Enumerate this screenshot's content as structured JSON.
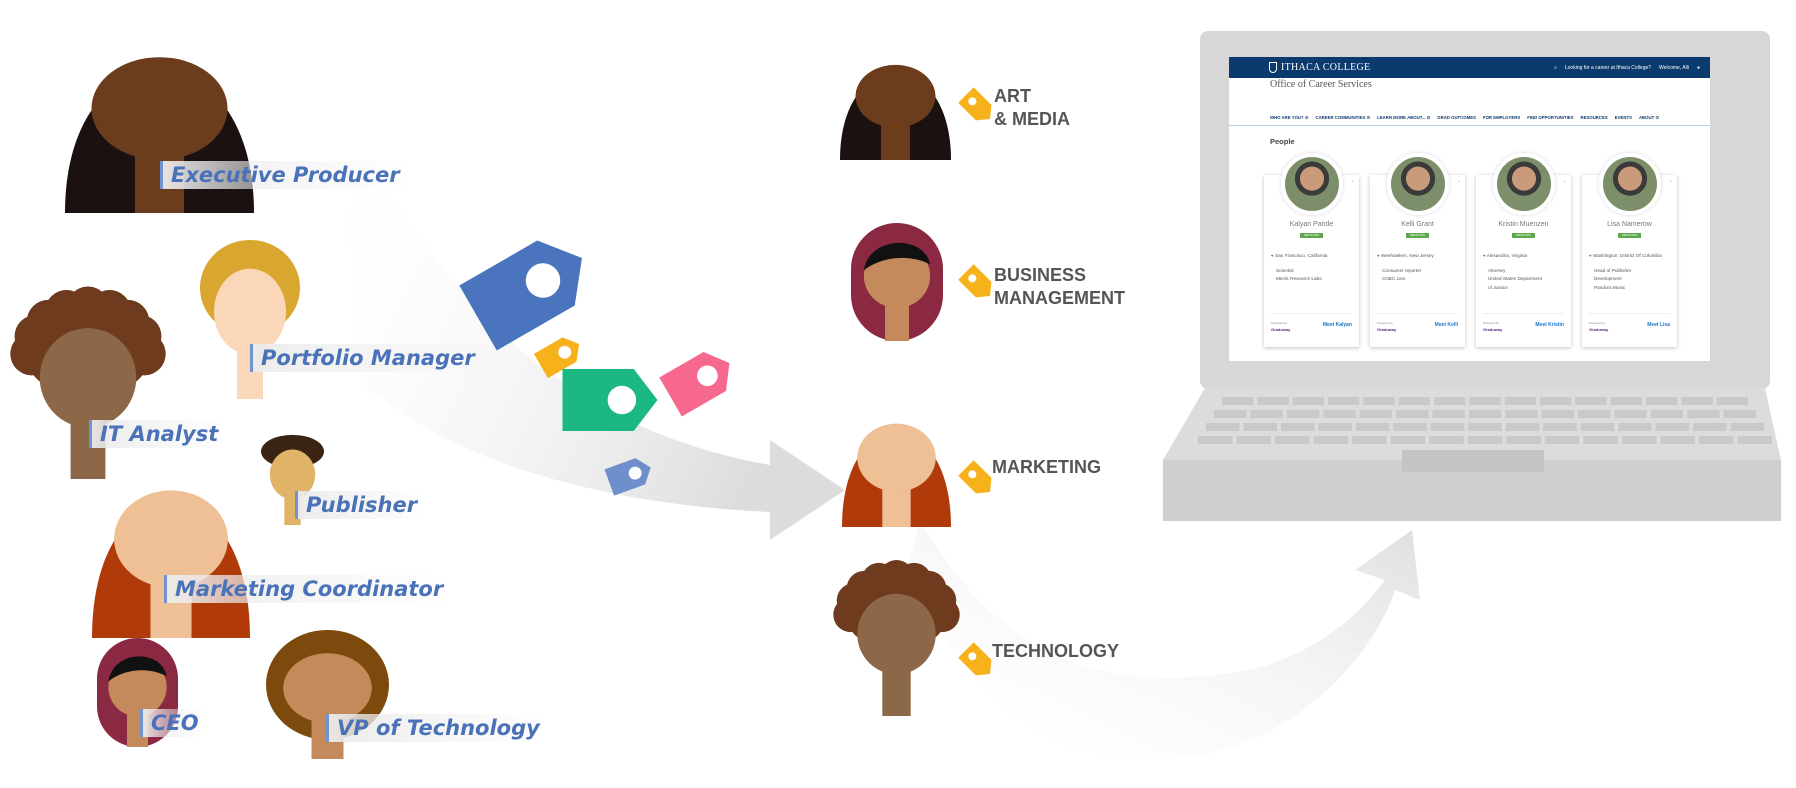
{
  "left_people": [
    {
      "role": "Executive Producer",
      "hair": "#1a1110",
      "skin": "#6b3d1c",
      "style": "long"
    },
    {
      "role": "Portfolio Manager",
      "hair": "#d9a630",
      "skin": "#fbd7b9",
      "style": "short"
    },
    {
      "role": "IT Analyst",
      "hair": "#6e3b1f",
      "skin": "#8c6748",
      "style": "curly"
    },
    {
      "role": "Publisher",
      "hair": "#3b2413",
      "skin": "#e1b367",
      "style": "spiky"
    },
    {
      "role": "Marketing Coordinator",
      "hair": "#b13a0a",
      "skin": "#efbf95",
      "style": "long"
    },
    {
      "role": "CEO",
      "hair": "#8b2942",
      "skin": "#c48a5c",
      "style": "hijab"
    },
    {
      "role": "VP of Technology",
      "hair": "#7b4a0c",
      "skin": "#c48a5c",
      "style": "bob"
    }
  ],
  "categories": [
    {
      "label": "ART\n& MEDIA",
      "hair": "#1a1110",
      "skin": "#6b3d1c",
      "style": "long"
    },
    {
      "label": "BUSINESS\nMANAGEMENT",
      "hair": "#8b2942",
      "skin": "#c48a5c",
      "style": "hijab"
    },
    {
      "label": "MARKETING",
      "hair": "#b13a0a",
      "skin": "#efbf95",
      "style": "long"
    },
    {
      "label": "TECHNOLOGY",
      "hair": "#6e3b1f",
      "skin": "#8c6748",
      "style": "curly"
    }
  ],
  "tag_colors": {
    "blue": "#4a74bd",
    "yellow": "#f7b21b",
    "green": "#1bb884",
    "pink": "#f7688f",
    "lightblue": "#6f8fcc",
    "label_accent": "#4a72b8"
  },
  "website": {
    "logo": "ITHACA COLLEGE",
    "header_link": "Looking for a career at Ithaca College?",
    "welcome": "Welcome, Alli",
    "office": "Office of Career Services",
    "nav": [
      "WHO ARE YOU? ⊙",
      "CAREER COMMUNITIES ⊙",
      "LEARN MORE ABOUT... ⊙",
      "GRAD OUTCOMES",
      "FOR EMPLOYERS",
      "FIND OPPORTUNITIES",
      "RESOURCES",
      "EVENTS",
      "ABOUT ⊙"
    ],
    "section": "People",
    "badge": "MENTORS",
    "powered_by": "Powered by",
    "powered_brand": "Graduway",
    "cards": [
      {
        "name": "Kalyan Pande",
        "location": "San Francisco, California",
        "job": "Scientist\nMerck Research Labs",
        "cta": "Meet Kalyan"
      },
      {
        "name": "Kelli Grant",
        "location": "Weehawken, New Jersey",
        "job": "Consumer reporter\nCNBC.com",
        "cta": "Meet Kelli"
      },
      {
        "name": "Kristin Muenzen",
        "location": "Alexandria, Virginia",
        "job": "Attorney\nUnited States Department\nof Justice",
        "cta": "Meet Kristin"
      },
      {
        "name": "Lisa Namerow",
        "location": "Washington, District Of Columbia",
        "job": "Head of Publisher\nDevelopment\nPandora Music",
        "cta": "Meet Lisa"
      }
    ]
  }
}
